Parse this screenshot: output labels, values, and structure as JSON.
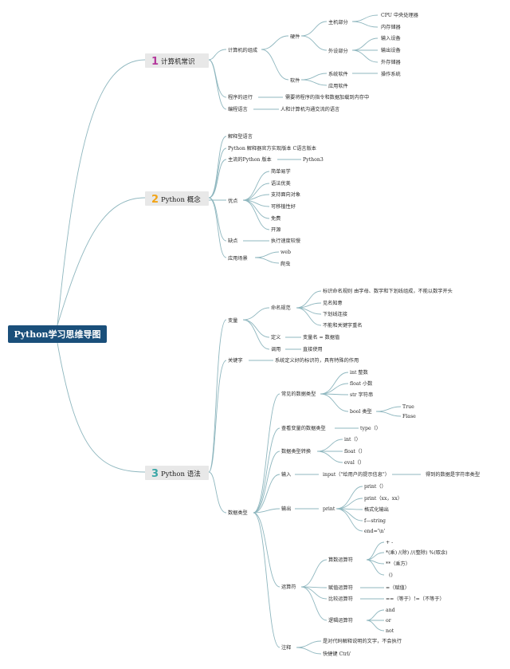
{
  "colors": {
    "root_bg": "#1a4f7a",
    "link": "#8fb7bf",
    "branch1": "#b4389c",
    "branch2": "#f2a416",
    "branch3": "#3aa6a6"
  },
  "root": "Python学习思维导图",
  "branches": [
    {
      "num": "1",
      "label": "计算机常识"
    },
    {
      "num": "2",
      "label": "Python 概念"
    },
    {
      "num": "3",
      "label": "Python 语法"
    }
  ],
  "nodes": {
    "b1": {
      "composition": "计算机的组成",
      "hardware": "硬件",
      "host": "主机部分",
      "cpu": "CPU 中央处理器",
      "memory": "内存储器",
      "peripheral": "外设部分",
      "input": "输入设备",
      "output": "输出设备",
      "storage": "外存储器",
      "software": "软件",
      "system_sw": "系统软件",
      "os": "操作系统",
      "app_sw": "应用软件",
      "run": "程序的运行",
      "run_desc": "需要将程序的指令和数据加载到内存中",
      "lang": "编程语言",
      "lang_desc": "人和计算机沟通交流的语言"
    },
    "b2": {
      "interp": "解释型语言",
      "official": "Python 解释器官方实现版本 C语言版本",
      "mainstream": "主流的Python 版本",
      "py3": "Python3",
      "pros": "优点",
      "pros_items": [
        "简单易学",
        "语法优美",
        "支持面向对象",
        "可移植性好",
        "免费",
        "开源"
      ],
      "cons": "缺点",
      "cons_item": "执行速度较慢",
      "scenes": "应用场景",
      "scene_items": [
        "web",
        "爬虫"
      ]
    },
    "b3": {
      "var": "变量",
      "naming": "命名规范",
      "naming_items": [
        "标识命名规则 由字母、数字和下划线组成，不能以数字开头",
        "见名知意",
        "下划线连接",
        "不能和关键字重名"
      ],
      "define": "定义",
      "define_item": "变量名 = 数据值",
      "call": "调用",
      "call_item": "直接使用",
      "keyword": "关键字",
      "keyword_desc": "系统定义好的标识符，具有特殊的作用",
      "dtype": "数据类型",
      "common": "常见的数据类型",
      "common_items": [
        "int 整数",
        "float 小数",
        "str 字符串"
      ],
      "bool": "bool 类型",
      "bool_items": [
        "True",
        "Flase"
      ],
      "check": "查看变量的数据类型",
      "check_item": "type（）",
      "convert": "数据类型转换",
      "convert_items": [
        "int（）",
        "float（）",
        "eval（）"
      ],
      "input": "输入",
      "input_call": "input（\"给用户的提示信息\"）",
      "input_note": "得到的数据是字符串类型",
      "output": "输出",
      "print": "print",
      "print_items": [
        "print（）",
        "print（xx，xx）",
        "格式化输出",
        "f—string",
        "end='\\n'"
      ],
      "ops": "运算符",
      "arith": "算数运算符",
      "arith_items": [
        "+ -",
        "*(乘) /(除) //(整除) %(取余)",
        "**（乘方）",
        "()"
      ],
      "assign": "赋值运算符",
      "assign_item": "=（赋值）",
      "compare": "比较运算符",
      "compare_item": "==（等于）!=（不等于）",
      "logic": "逻辑运算符",
      "logic_items": [
        "and",
        "or",
        "not"
      ],
      "comment": "注释",
      "comment_items": [
        "是对代码解释说明的文字，不会执行",
        "快捷键 Ctrl/"
      ]
    }
  }
}
